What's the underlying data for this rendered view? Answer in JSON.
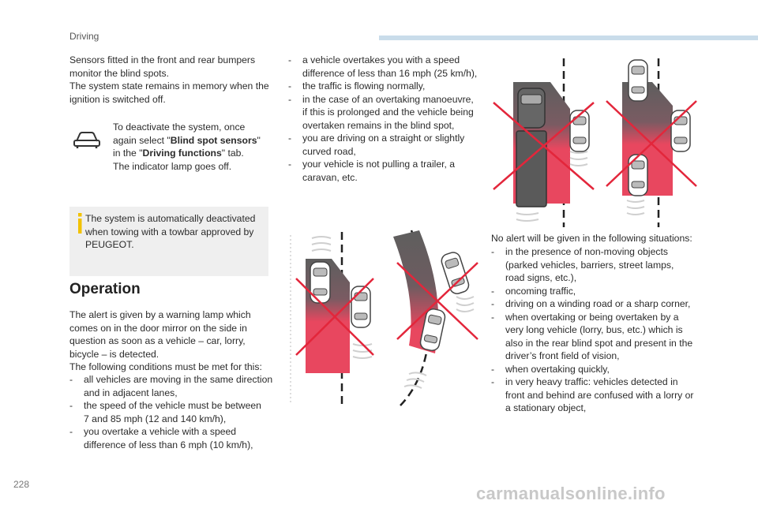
{
  "header": {
    "section": "Driving"
  },
  "col1": {
    "intro": [
      "Sensors fitted in the front and rear bumpers",
      "monitor the blind spots.",
      "The system state remains in memory when the",
      "ignition is switched off."
    ],
    "deactivate": {
      "l1": "To deactivate the system, once",
      "l2_pre": "again select \"",
      "l2_bold": "Blind spot sensors",
      "l2_post": "\"",
      "l3_pre": "in the \"",
      "l3_bold": "Driving functions",
      "l3_post": "\" tab.",
      "l4": "The indicator lamp goes off."
    },
    "notice": [
      "The system is automatically deactivated",
      "when towing with a towbar approved by",
      "PEUGEOT."
    ],
    "operation_title": "Operation",
    "operation_text": [
      "The alert is given by a warning lamp which",
      "comes on in the door mirror on the side in",
      "question as soon as a vehicle – car, lorry,",
      "bicycle – is detected.",
      "The following conditions must be met for this:"
    ],
    "conditions": [
      [
        "all vehicles are moving in the same direction",
        "and in adjacent lanes,"
      ],
      [
        "the speed of the vehicle must be between",
        "7 and 85 mph (12 and 140 km/h),"
      ],
      [
        "you overtake a vehicle with a speed",
        "difference of less than 6 mph (10 km/h),"
      ]
    ]
  },
  "col2": {
    "conditions": [
      [
        "a vehicle overtakes you with a speed",
        "difference of less than 16 mph (25 km/h),"
      ],
      [
        "the traffic is flowing normally,"
      ],
      [
        "in the case of an overtaking manoeuvre,",
        "if this is prolonged and the vehicle being",
        "overtaken remains in the blind spot,"
      ],
      [
        "you are driving on a straight or slightly",
        "curved road,"
      ],
      [
        "your vehicle is not pulling a trailer, a",
        "caravan, etc."
      ]
    ]
  },
  "col3": {
    "no_alert_intro": "No alert will be given in the following situations:",
    "situations": [
      [
        "in the presence of non-moving objects",
        "(parked vehicles, barriers, street lamps,",
        "road signs, etc.),"
      ],
      [
        "oncoming traffic,"
      ],
      [
        "driving on a winding road or a sharp corner,"
      ],
      [
        "when overtaking or being overtaken by a",
        "very long vehicle (lorry, bus, etc.) which is",
        "also in the rear blind spot and present in the",
        "driver’s front field of vision,"
      ],
      [
        "when overtaking quickly,"
      ],
      [
        "in very heavy traffic: vehicles detected in",
        "front and behind are confused with a lorry or",
        "a stationary object,"
      ]
    ]
  },
  "footer": {
    "page_number": "228",
    "watermark": "carmanualsonline.info"
  },
  "colors": {
    "zone_red": "#e8475f",
    "zone_grey": "#5e5e5e",
    "cross_red": "#e3263b",
    "info_yellow": "#f2c200",
    "header_blue": "#c9dcea"
  },
  "icons": {
    "notice": "info-icon",
    "car": "car-outline-icon"
  }
}
